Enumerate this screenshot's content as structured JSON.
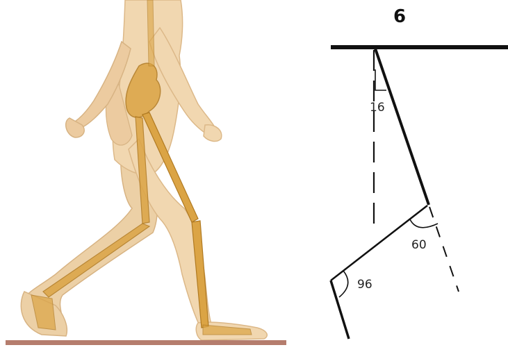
{
  "diagram": {
    "phase_number": "6",
    "angles": {
      "hip": "16",
      "knee": "60",
      "ankle": "96"
    }
  },
  "colors": {
    "skin": "#f1d7b0",
    "skin_shade": "#e2bf8f",
    "bone": "#d9a441",
    "bone_dark": "#a8741f",
    "floor": "#b57d6d",
    "line": "#111111"
  }
}
